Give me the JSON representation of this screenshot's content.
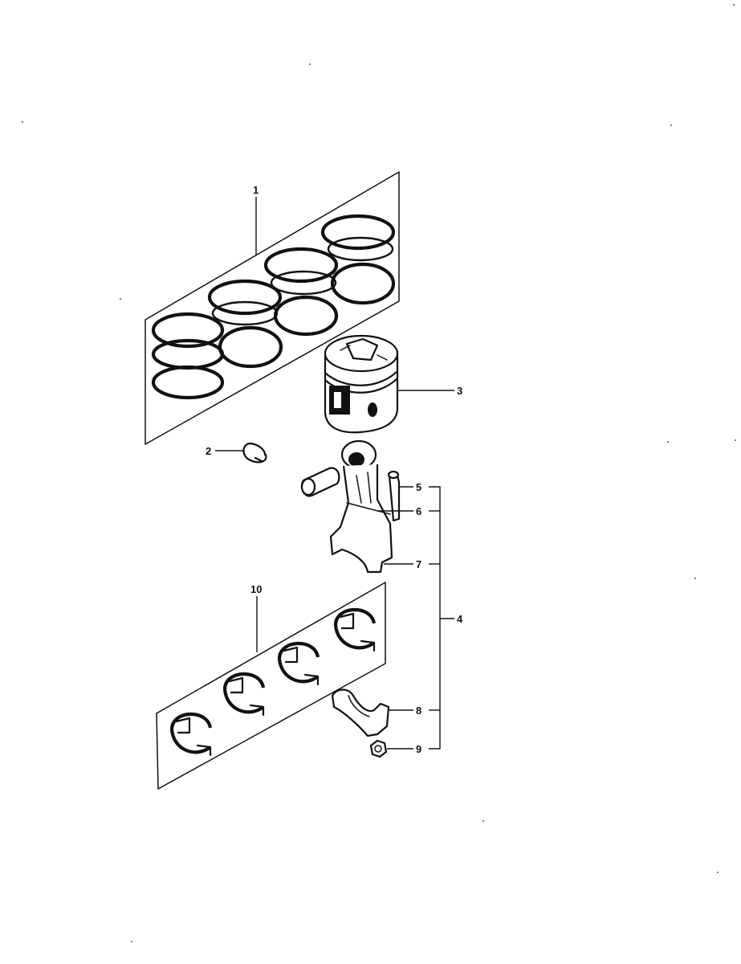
{
  "callouts": {
    "c1": "1",
    "c2": "2",
    "c3": "3",
    "c4": "4",
    "c5": "5",
    "c6": "6",
    "c7": "7",
    "c8": "8",
    "c9": "9",
    "c10": "10"
  },
  "parts": {
    "piston_ring_set": "ring-set-icon",
    "piston_pin_circlip": "circlip-icon",
    "piston": "piston-icon",
    "connecting_rod_assembly": "connecting-rod-icon",
    "bearing_set": "bearing-set-icon"
  }
}
